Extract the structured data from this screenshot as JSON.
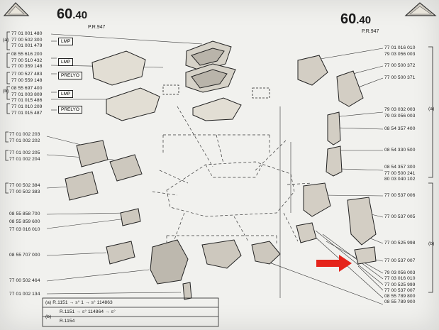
{
  "header": {
    "left_plate": "60",
    "left_plate_suffix": ".40",
    "left_sub": "P.R.947",
    "right_plate": "60",
    "right_plate_suffix": ".40",
    "right_sub": "P.R.947"
  },
  "tags": {
    "lmp1": "LMP",
    "lmp2": "LMP",
    "prelyo1": "PRELYO",
    "lmp3": "LMP",
    "prelyo2": "PRELYO"
  },
  "left_parts": {
    "g1": [
      "77 01 001 480",
      "77 00 502 300",
      "77 01 001 479"
    ],
    "g2": [
      "08 55 616 200",
      "77 00 510 432",
      "77 00 359 148"
    ],
    "g3": [
      "77 00 527 483",
      "77 00 559 148"
    ],
    "g4": [
      "08 55 697 400",
      "77 01 003 809",
      "77 01 015 486"
    ],
    "g5": [
      "77 01 010 209",
      "77 01 015 487"
    ],
    "g6": [
      "77 01 002 203",
      "77 01 002 202"
    ],
    "g7": [
      "77 01 002 205",
      "77 01 002 204"
    ],
    "g8": [
      "77 00 502 384",
      "77 00 502 383"
    ],
    "g9": [
      "08 55 858 700",
      "08 55 859 600",
      "77 03 016 010"
    ],
    "g10": [
      "08 55 707 000"
    ],
    "g11": [
      "77 00 502 464"
    ],
    "g12": [
      "77 01 002 134"
    ]
  },
  "right_parts": {
    "g1": [
      "77 01 016 010",
      "79 03 056 003"
    ],
    "g2": [
      "77 00 500 372"
    ],
    "g3": [
      "77 00 500 371"
    ],
    "g4": [
      "79 03 032 003",
      "79 03 056 003"
    ],
    "g5": [
      "08 54 357 400"
    ],
    "g6": [
      "08 54 330 500"
    ],
    "g7": [
      "08 54 357 300",
      "77 00 500 241",
      "80 03 040 102"
    ],
    "g8": [
      "77 00 537 006"
    ],
    "g9": [
      "77 00 537 005"
    ],
    "g10": [
      "77 00 525 998"
    ],
    "g11": [
      "77 00 537 007"
    ],
    "g12": [
      "79 03 056 003",
      "77 03 016 010",
      "77 00 525 999",
      "77 00 537 007",
      "08 55 789 800",
      "08 55 789 900"
    ]
  },
  "markers": {
    "left_a": "(a)",
    "left_b": "(b)",
    "right_a": "(a)",
    "right_b": "(b)"
  },
  "footer": {
    "row1": "(a) R.1151 → s°      1 → s° 114863",
    "row2": "R.1151 → s° 114864 → s°",
    "row3_label": "(b)",
    "row3": "R.1154"
  }
}
